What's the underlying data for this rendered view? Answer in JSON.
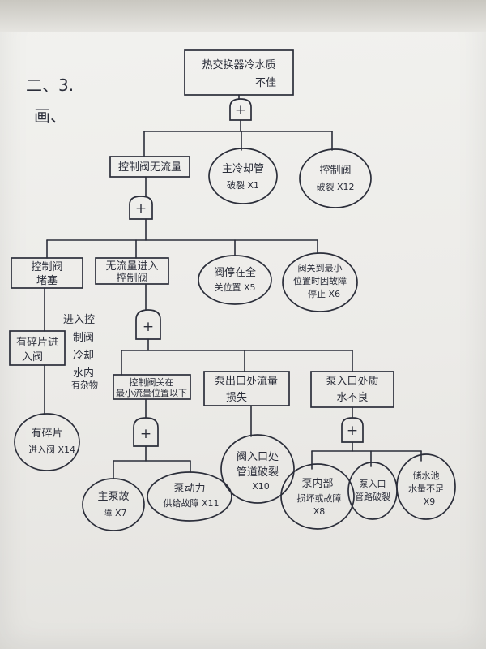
{
  "margin_note": [
    "二、3.",
    "画、"
  ],
  "gate_symbol": "+",
  "nodes": {
    "top": [
      "热交换器冷水质",
      "不佳"
    ],
    "l1_a": [
      "控制阀无流量"
    ],
    "l1_b": [
      "主冷却管",
      "破裂 X1"
    ],
    "l1_c": [
      "控制阀",
      "破裂 X12"
    ],
    "l2_a": [
      "控制阀",
      "堵塞"
    ],
    "l2_b": [
      "无流量进入",
      "控制阀"
    ],
    "l2_c": [
      "阀停在全",
      "关位置 X5"
    ],
    "l2_d": [
      "阀关到最小",
      "位置时因故障",
      "停止 X6"
    ],
    "l3_a": [
      "控制阀关在",
      "最小流量位置以下"
    ],
    "l3_b": [
      "泵出口处流量",
      "损失"
    ],
    "l3_c": [
      "泵入口处质",
      "水不良"
    ],
    "x_debris_enter": [
      "有碎片进",
      "入阀"
    ],
    "x_debris_valve": [
      "有碎片",
      "进入阀 X14"
    ],
    "side_note": [
      "进入控",
      "制阀",
      "冷却",
      "水内",
      "有杂物"
    ],
    "x7": [
      "主泵故",
      "障 X7"
    ],
    "x11": [
      "泵动力",
      "供给故障 X11"
    ],
    "x10": [
      "阀入口处",
      "管道破裂",
      "X10"
    ],
    "x8": [
      "泵内部",
      "损坏或故障",
      "X8"
    ],
    "x9a": [
      "泵入口",
      "管路破裂"
    ],
    "x9": [
      "储水池",
      "水量不足",
      "X9"
    ]
  }
}
